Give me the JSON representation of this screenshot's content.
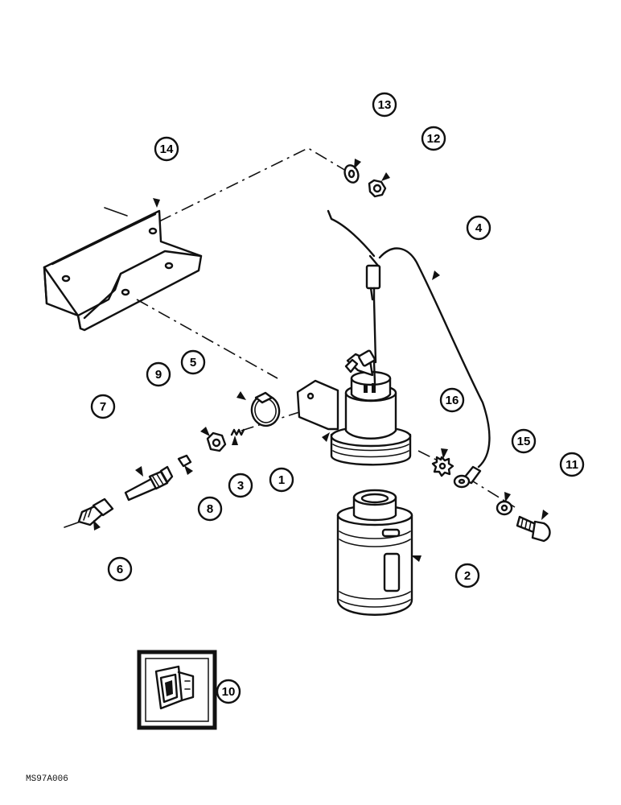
{
  "figure": {
    "code": "MS97A006",
    "callouts": [
      {
        "id": "callout-1",
        "label": "1"
      },
      {
        "id": "callout-2",
        "label": "2"
      },
      {
        "id": "callout-3",
        "label": "3"
      },
      {
        "id": "callout-4",
        "label": "4"
      },
      {
        "id": "callout-5",
        "label": "5"
      },
      {
        "id": "callout-6",
        "label": "6"
      },
      {
        "id": "callout-7",
        "label": "7"
      },
      {
        "id": "callout-8",
        "label": "8"
      },
      {
        "id": "callout-9",
        "label": "9"
      },
      {
        "id": "callout-10",
        "label": "10"
      },
      {
        "id": "callout-11",
        "label": "11"
      },
      {
        "id": "callout-12",
        "label": "12"
      },
      {
        "id": "callout-13",
        "label": "13"
      },
      {
        "id": "callout-14",
        "label": "14"
      },
      {
        "id": "callout-15",
        "label": "15"
      },
      {
        "id": "callout-16",
        "label": "16"
      }
    ]
  }
}
